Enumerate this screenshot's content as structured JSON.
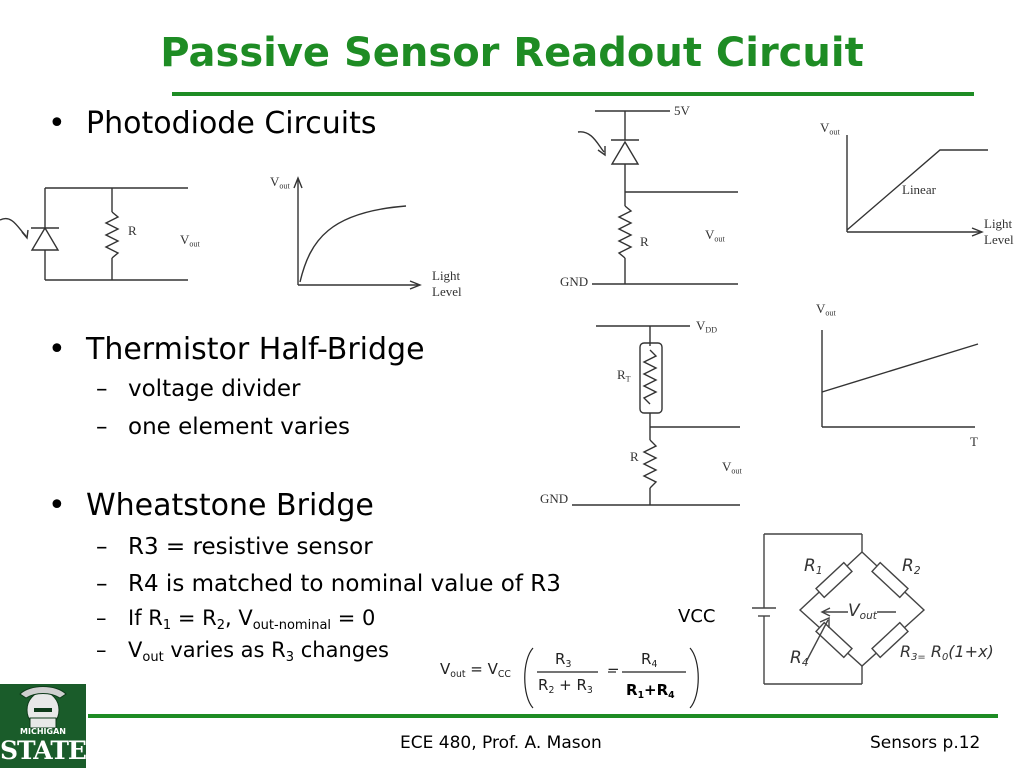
{
  "title": "Passive Sensor Readout Circuit",
  "bullets": {
    "photodiode": "Photodiode Circuits",
    "thermistor": "Thermistor Half-Bridge",
    "thermistor_sub1": "voltage divider",
    "thermistor_sub2": "one element varies",
    "wheatstone": "Wheatstone Bridge",
    "wheat_sub1": "R3 = resistive sensor",
    "wheat_sub2": "R4 is matched to nominal value of R3",
    "wheat_sub3_a": "If R",
    "wheat_sub3_b": "1",
    "wheat_sub3_c": " = R",
    "wheat_sub3_d": "2",
    "wheat_sub3_e": ", V",
    "wheat_sub3_f": "out-nominal",
    "wheat_sub3_g": " = 0",
    "wheat_sub4_a": "V",
    "wheat_sub4_b": "out",
    "wheat_sub4_c": " varies as R",
    "wheat_sub4_d": "3",
    "wheat_sub4_e": " changes"
  },
  "circuit1": {
    "r": "R",
    "vout": "V",
    "vout_sub": "out"
  },
  "graph1": {
    "ylabel": "V",
    "ylabel_sub": "out",
    "xlabel1": "Light",
    "xlabel2": "Level"
  },
  "circuit2": {
    "supply": "5V",
    "r": "R",
    "vout": "V",
    "vout_sub": "out",
    "gnd": "GND"
  },
  "graph2": {
    "ylabel": "V",
    "ylabel_sub": "out",
    "curve_label": "Linear",
    "xlabel1": "Light",
    "xlabel2": "Level"
  },
  "circuit3": {
    "vdd": "V",
    "vdd_sub": "DD",
    "rt": "R",
    "rt_sub": "T",
    "r": "R",
    "vout": "V",
    "vout_sub": "out",
    "gnd": "GND"
  },
  "graph3": {
    "ylabel": "V",
    "ylabel_sub": "out",
    "xlabel": "T"
  },
  "bridge": {
    "vcc": "VCC",
    "r1": "R",
    "r1_sub": "1",
    "r2": "R",
    "r2_sub": "2",
    "r4": "R",
    "r4_sub": "4",
    "r3": "R",
    "r3_sub": "3=",
    "r3_expr": " R",
    "r3_expr_sub": "0",
    "r3_expr_tail": "(1+x)",
    "vout": "V",
    "vout_sub": "out"
  },
  "formula": {
    "lhs": "V",
    "lhs_sub": "out",
    "eq": " = V",
    "eq_sub": "CC",
    "n1": "R",
    "n1_sub": "3",
    "d1a": "R",
    "d1a_sub": "2",
    "d1b": " + R",
    "d1b_sub": "3",
    "n2": "R",
    "n2_sub": "4",
    "d2a": "R",
    "d2a_sub": "1",
    "d2b": "+R",
    "d2b_sub": "4"
  },
  "logo": {
    "top": "MICHIGAN",
    "bottom": "STATE"
  },
  "footer": {
    "center": "ECE 480, Prof. A. Mason",
    "right": "Sensors p.12"
  },
  "colors": {
    "title": "#1e8c24",
    "rule": "#1e8c24",
    "logo_bg": "#1a5c2a"
  }
}
